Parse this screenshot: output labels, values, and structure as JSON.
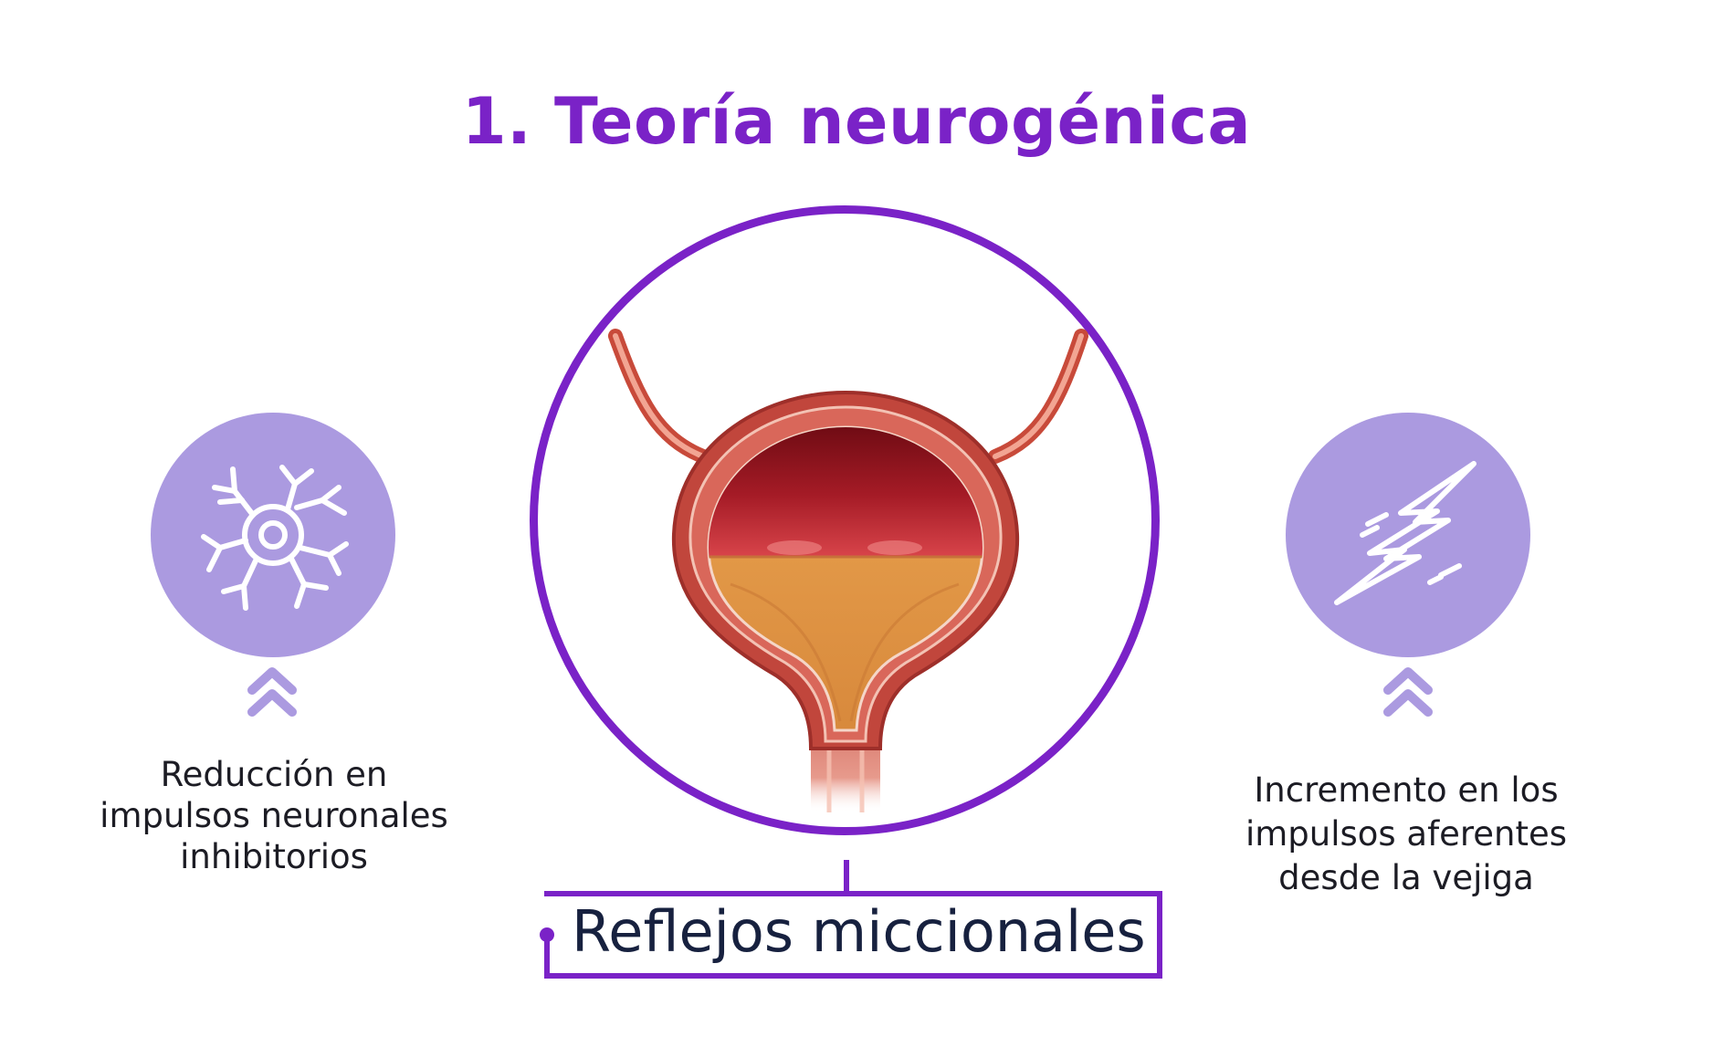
{
  "title": "1. Teoría neurogénica",
  "left": {
    "icon": "neuron-icon",
    "text_lines": [
      "Reducción en",
      "impulsos neuronales",
      "inhibitorios"
    ]
  },
  "right": {
    "icon": "lightning-icon",
    "text_lines": [
      "Incremento en los",
      "impulsos aferentes",
      "desde la vejiga"
    ]
  },
  "center": {
    "image": "bladder-illustration",
    "label": "Reflejos miccionales"
  },
  "colors": {
    "accent": "#7a22c7",
    "icon_circle": "#ab9ae0",
    "chevron": "#ab9ae0",
    "text": "#1c1c24",
    "label_text": "#17213f"
  }
}
